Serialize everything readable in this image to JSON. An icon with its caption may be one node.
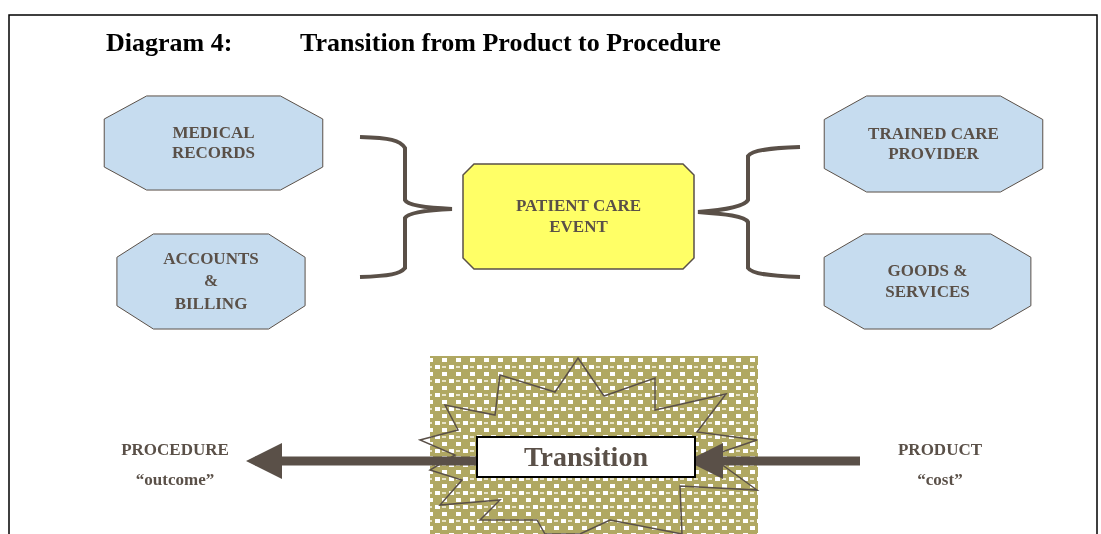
{
  "diagram": {
    "title": "Transition from Product to Procedure",
    "labels": [
      "Diagram 4:"
    ],
    "nodes": [
      {
        "text": [
          "MEDICAL RECORDS"
        ]
      },
      {
        "text": [
          "ACCOUNTS & BILLING"
        ]
      },
      {
        "text": [
          "PATIENT CARE EVENT"
        ]
      },
      {
        "text": [
          "TRAINED CARE PROVIDER"
        ]
      },
      {
        "text": [
          "GOODS & SERVICES"
        ]
      },
      {
        "text": [
          "Transition"
        ]
      },
      {
        "text": [
          "PROCEDURE",
          "“outcome”"
        ]
      },
      {
        "text": [
          "PRODUCT",
          "“cost”"
        ]
      }
    ],
    "edges": [
      {
        "from": 5,
        "to": 6,
        "arrow": "to"
      },
      {
        "from": 7,
        "to": 5,
        "arrow": "to"
      }
    ]
  }
}
